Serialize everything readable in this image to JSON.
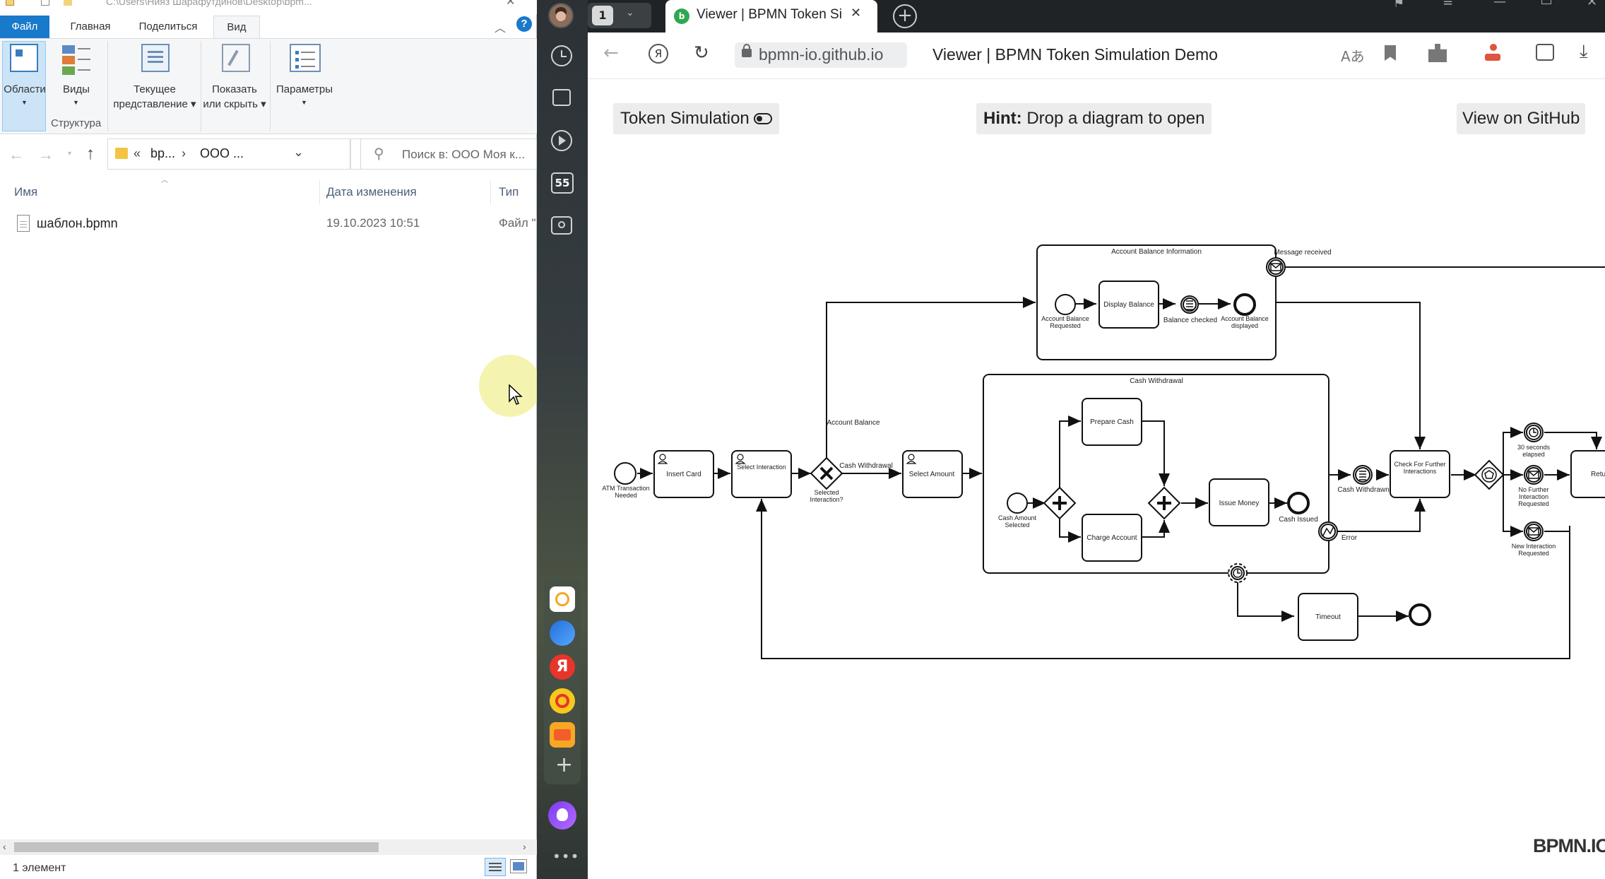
{
  "explorer": {
    "titlebar": "C:\\Users\\Нияз Шарафутдинов\\Desktop\\bpm...",
    "tabs": [
      "Файл",
      "Главная",
      "Поделиться",
      "Вид"
    ],
    "ribbon": {
      "panes_line1": "Области",
      "views": "Виды",
      "current_view_line1": "Текущее",
      "current_view_line2": "представление",
      "show_hide_line1": "Показать",
      "show_hide_line2": "или скрыть",
      "options": "Параметры",
      "group_structure": "Структура"
    },
    "address": {
      "chevrons": "«",
      "seg1": "bp...",
      "seg2": "ООО ..."
    },
    "search_placeholder": "Поиск в: ООО Моя к...",
    "columns": {
      "name": "Имя",
      "date": "Дата изменения",
      "type": "Тип"
    },
    "files": [
      {
        "name": "шаблон.bpmn",
        "date": "19.10.2023 10:51",
        "type": "Файл \""
      }
    ],
    "status": "1 элемент",
    "help": "?"
  },
  "browser": {
    "tab_count": "1",
    "tab_title": "Viewer | BPMN Token Si",
    "url": "bpmn-io.github.io",
    "page_title": "Viewer | BPMN Token Simulation Demo",
    "sidebar_badge": "55",
    "yandex_letter": "Я"
  },
  "page": {
    "token_sim": "Token Simulation",
    "hint_bold": "Hint:",
    "hint_text": " Drop a diagram to open",
    "github": "View on GitHub",
    "logo": "BPMN.IO"
  },
  "diagram": {
    "lanes": {
      "balance": "Account Balance Information",
      "withdraw": "Cash Withdrawal"
    },
    "labels": {
      "atm": "ATM Transaction Needed",
      "insert": "Insert Card",
      "select_interaction": "Select Interaction",
      "selected": "Selected Interaction?",
      "account_balance": "Account Balance",
      "cash_withdrawal": "Cash Withdrawal",
      "select_amount": "Select Amount",
      "bal_req": "Account Balance Requested",
      "display_balance": "Display Balance",
      "balance_checked": "Balance checked",
      "bal_disp": "Account Balance displayed",
      "msg_received": "Message received",
      "prepare_cash": "Prepare Cash",
      "charge_account": "Charge Account",
      "issue_money": "Issue Money",
      "cash_issued": "Cash Issued",
      "amount_selected": "Cash Amount Selected",
      "cash_withdrawn": "Cash Withdrawn",
      "error": "Error",
      "check_further": "Check For Further Interactions",
      "seconds": "30 seconds elapsed",
      "no_further": "No Further Interaction Requested",
      "new_interaction": "New Interaction Requested",
      "return_card": "Return C",
      "timeout": "Timeout"
    }
  }
}
